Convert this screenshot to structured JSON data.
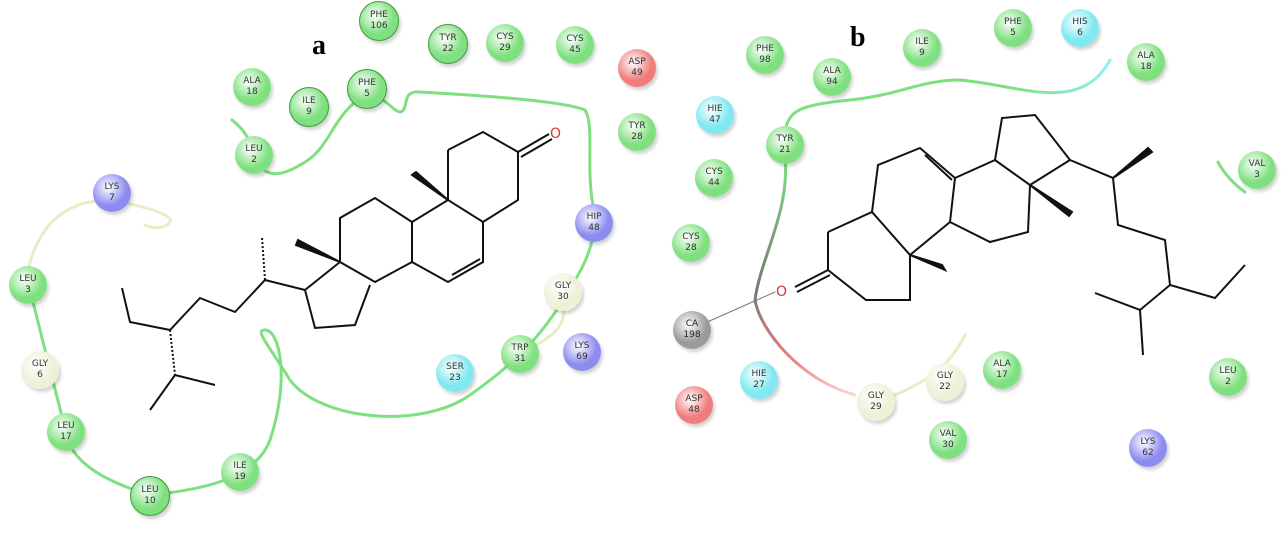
{
  "colors": {
    "hydrophobic": "#7fe07f",
    "positive": "#8c8cf0",
    "negative": "#f07c7c",
    "polar": "#7fe8f0",
    "glycine": "#eef0d8",
    "metal": "#9a9a9a"
  },
  "panels": [
    {
      "label": "a",
      "ketone_oxygen": "O",
      "residues": [
        {
          "name": "PHE",
          "num": "106",
          "type": "hydrophobic"
        },
        {
          "name": "TYR",
          "num": "22",
          "type": "hydrophobic"
        },
        {
          "name": "CYS",
          "num": "29",
          "type": "hydrophobic"
        },
        {
          "name": "CYS",
          "num": "45",
          "type": "hydrophobic"
        },
        {
          "name": "ASP",
          "num": "49",
          "type": "negative"
        },
        {
          "name": "ALA",
          "num": "18",
          "type": "hydrophobic"
        },
        {
          "name": "ILE",
          "num": "9",
          "type": "hydrophobic"
        },
        {
          "name": "PHE",
          "num": "5",
          "type": "hydrophobic"
        },
        {
          "name": "LEU",
          "num": "2",
          "type": "hydrophobic"
        },
        {
          "name": "TYR",
          "num": "28",
          "type": "hydrophobic"
        },
        {
          "name": "LYS",
          "num": "7",
          "type": "positive"
        },
        {
          "name": "HIP",
          "num": "48",
          "type": "positive"
        },
        {
          "name": "LEU",
          "num": "3",
          "type": "hydrophobic"
        },
        {
          "name": "GLY",
          "num": "30",
          "type": "glycine"
        },
        {
          "name": "GLY",
          "num": "6",
          "type": "glycine"
        },
        {
          "name": "SER",
          "num": "23",
          "type": "polar"
        },
        {
          "name": "TRP",
          "num": "31",
          "type": "hydrophobic"
        },
        {
          "name": "LYS",
          "num": "69",
          "type": "positive"
        },
        {
          "name": "LEU",
          "num": "17",
          "type": "hydrophobic"
        },
        {
          "name": "ILE",
          "num": "19",
          "type": "hydrophobic"
        },
        {
          "name": "LEU",
          "num": "10",
          "type": "hydrophobic"
        }
      ]
    },
    {
      "label": "b",
      "ketone_oxygen": "O",
      "residues": [
        {
          "name": "PHE",
          "num": "98",
          "type": "hydrophobic"
        },
        {
          "name": "ALA",
          "num": "94",
          "type": "hydrophobic"
        },
        {
          "name": "ILE",
          "num": "9",
          "type": "hydrophobic"
        },
        {
          "name": "PHE",
          "num": "5",
          "type": "hydrophobic"
        },
        {
          "name": "HIS",
          "num": "6",
          "type": "polar"
        },
        {
          "name": "ALA",
          "num": "18",
          "type": "hydrophobic"
        },
        {
          "name": "HIE",
          "num": "47",
          "type": "polar"
        },
        {
          "name": "TYR",
          "num": "21",
          "type": "hydrophobic"
        },
        {
          "name": "CYS",
          "num": "44",
          "type": "hydrophobic"
        },
        {
          "name": "CYS",
          "num": "28",
          "type": "hydrophobic"
        },
        {
          "name": "VAL",
          "num": "3",
          "type": "hydrophobic"
        },
        {
          "name": "CA",
          "num": "198",
          "type": "metal"
        },
        {
          "name": "ASP",
          "num": "48",
          "type": "negative"
        },
        {
          "name": "HIE",
          "num": "27",
          "type": "polar"
        },
        {
          "name": "GLY",
          "num": "29",
          "type": "glycine"
        },
        {
          "name": "GLY",
          "num": "22",
          "type": "glycine"
        },
        {
          "name": "ALA",
          "num": "17",
          "type": "hydrophobic"
        },
        {
          "name": "VAL",
          "num": "30",
          "type": "hydrophobic"
        },
        {
          "name": "LEU",
          "num": "2",
          "type": "hydrophobic"
        },
        {
          "name": "LYS",
          "num": "62",
          "type": "positive"
        }
      ]
    }
  ]
}
